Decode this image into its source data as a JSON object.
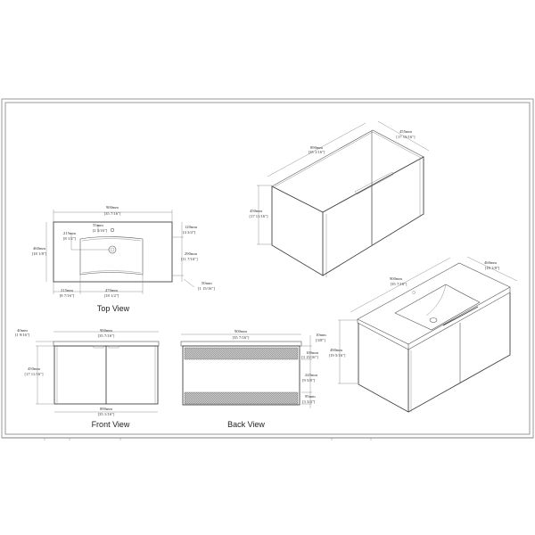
{
  "drawing": {
    "frame": {
      "outer_border_color": "#999999",
      "line_color": "#555555"
    },
    "views": {
      "top_view": {
        "title": "Top View",
        "width_mm": "900mm",
        "width_in": "[35 7/16\"]",
        "depth_mm": "460mm",
        "depth_in": "[18 1/8\"]",
        "faucet_offset_mm": "55mm",
        "faucet_offset_in": "[2 3/16\"]",
        "faucet_depth_mm": "215mm",
        "faucet_depth_in": "[8 1/2\"]",
        "front_margin_mm": "120mm",
        "front_margin_in": "[4 3/4\"]",
        "bowl_depth_mm": "290mm",
        "bowl_depth_in": "[11 7/16\"]",
        "rear_margin_mm": "50mm",
        "rear_margin_in": "[1 15/16\"]",
        "left_margin_mm": "215mm",
        "left_margin_in": "[8 7/16\"]",
        "bowl_width_mm": "470mm",
        "bowl_width_in": "[18 1/2\"]"
      },
      "cabinet_iso": {
        "width_mm": "890mm",
        "width_in": "[35 1/16\"]",
        "depth_mm": "455mm",
        "depth_in": "[17 15/16\"]",
        "height_mm": "450mm",
        "height_in": "[17 11/16\"]"
      },
      "vanity_iso": {
        "width_mm": "900mm",
        "width_in": "[35 7/16\"]",
        "depth_mm": "460mm",
        "depth_in": "[18 1/8\"]",
        "height_mm": "490mm",
        "height_in": "[19 5/16\"]"
      },
      "front_view": {
        "title": "Front View",
        "top_width_mm": "900mm",
        "top_width_in": "[35 7/16\"]",
        "top_thick_mm": "40mm",
        "top_thick_in": "[1 9/16\"]",
        "cab_height_mm": "450mm",
        "cab_height_in": "[17 11/16\"]",
        "bottom_width_mm": "890mm",
        "bottom_width_in": "[35 1/16\"]"
      },
      "back_view": {
        "title": "Back View",
        "width_mm": "900mm",
        "width_in": "[35 7/16\"]",
        "gap_mm": "10mm",
        "gap_in": "[3/8\"]",
        "upper_rail_mm": "100mm",
        "upper_rail_in": "[3 15/16\"]",
        "opening_mm": "245mm",
        "opening_in": "[9 5/8\"]",
        "lower_rail_mm": "95mm",
        "lower_rail_in": "[3 3/4\"]"
      }
    }
  }
}
